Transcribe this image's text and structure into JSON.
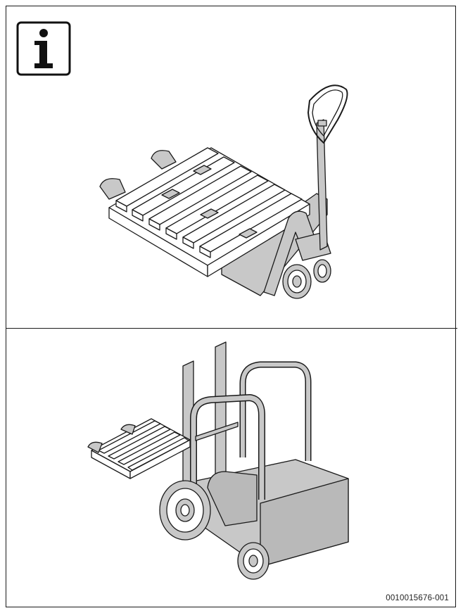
{
  "icons": {
    "info": "info-icon"
  },
  "figures": [
    {
      "name": "pallet-jack-illustration"
    },
    {
      "name": "forklift-illustration"
    }
  ],
  "footer": {
    "document_code": "0010015676-001"
  },
  "colors": {
    "line": "#1a1a1a",
    "fill_light": "#ffffff",
    "fill_shade": "#c8c8c8",
    "fill_mid": "#b9b9b9"
  }
}
